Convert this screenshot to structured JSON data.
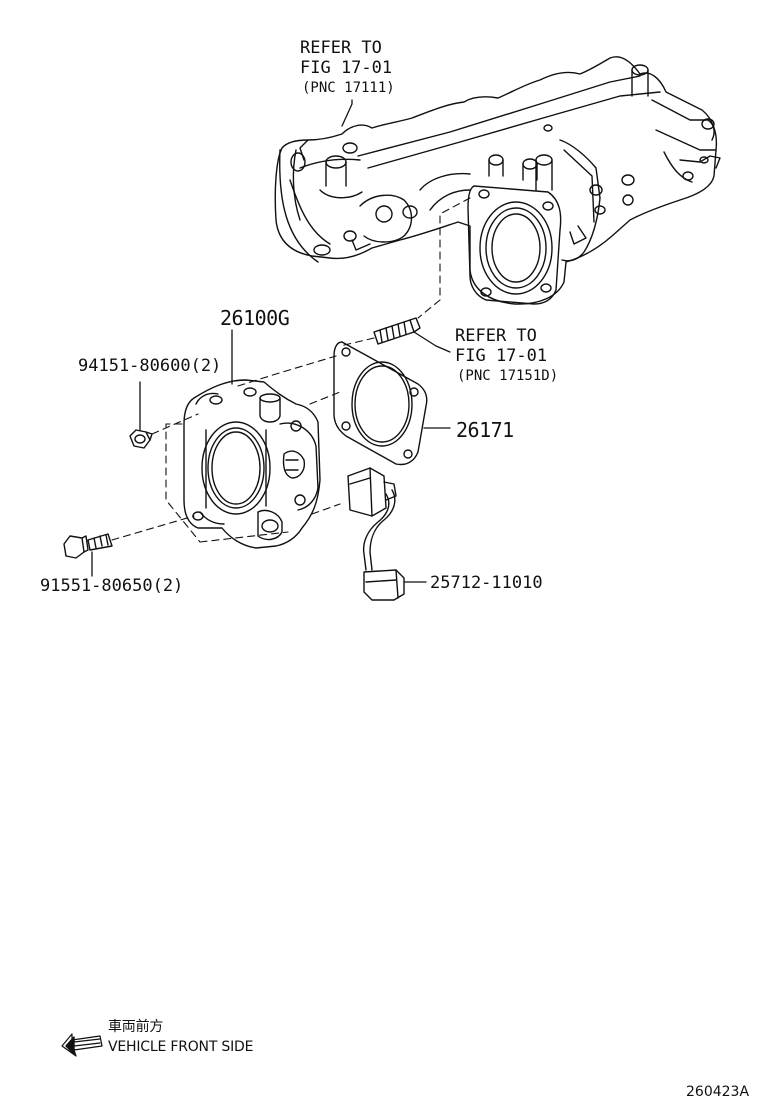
{
  "refer_top": {
    "line1": "REFER TO",
    "line2": "FIG 17-01",
    "line3": "(PNC 17111)"
  },
  "refer_mid": {
    "line1": "REFER TO",
    "line2": "FIG 17-01",
    "line3": "(PNC 17151D)"
  },
  "parts": {
    "throttle_body": "26100G",
    "nut": "94151-80600(2)",
    "gasket": "26171",
    "bolt": "91551-80650(2)",
    "sensor_harness": "25712-11010"
  },
  "orientation": {
    "japanese": "車両前方",
    "english": "VEHICLE FRONT SIDE"
  },
  "diagram_code": "260423A",
  "colors": {
    "ink": "#111111",
    "background": "#ffffff"
  }
}
